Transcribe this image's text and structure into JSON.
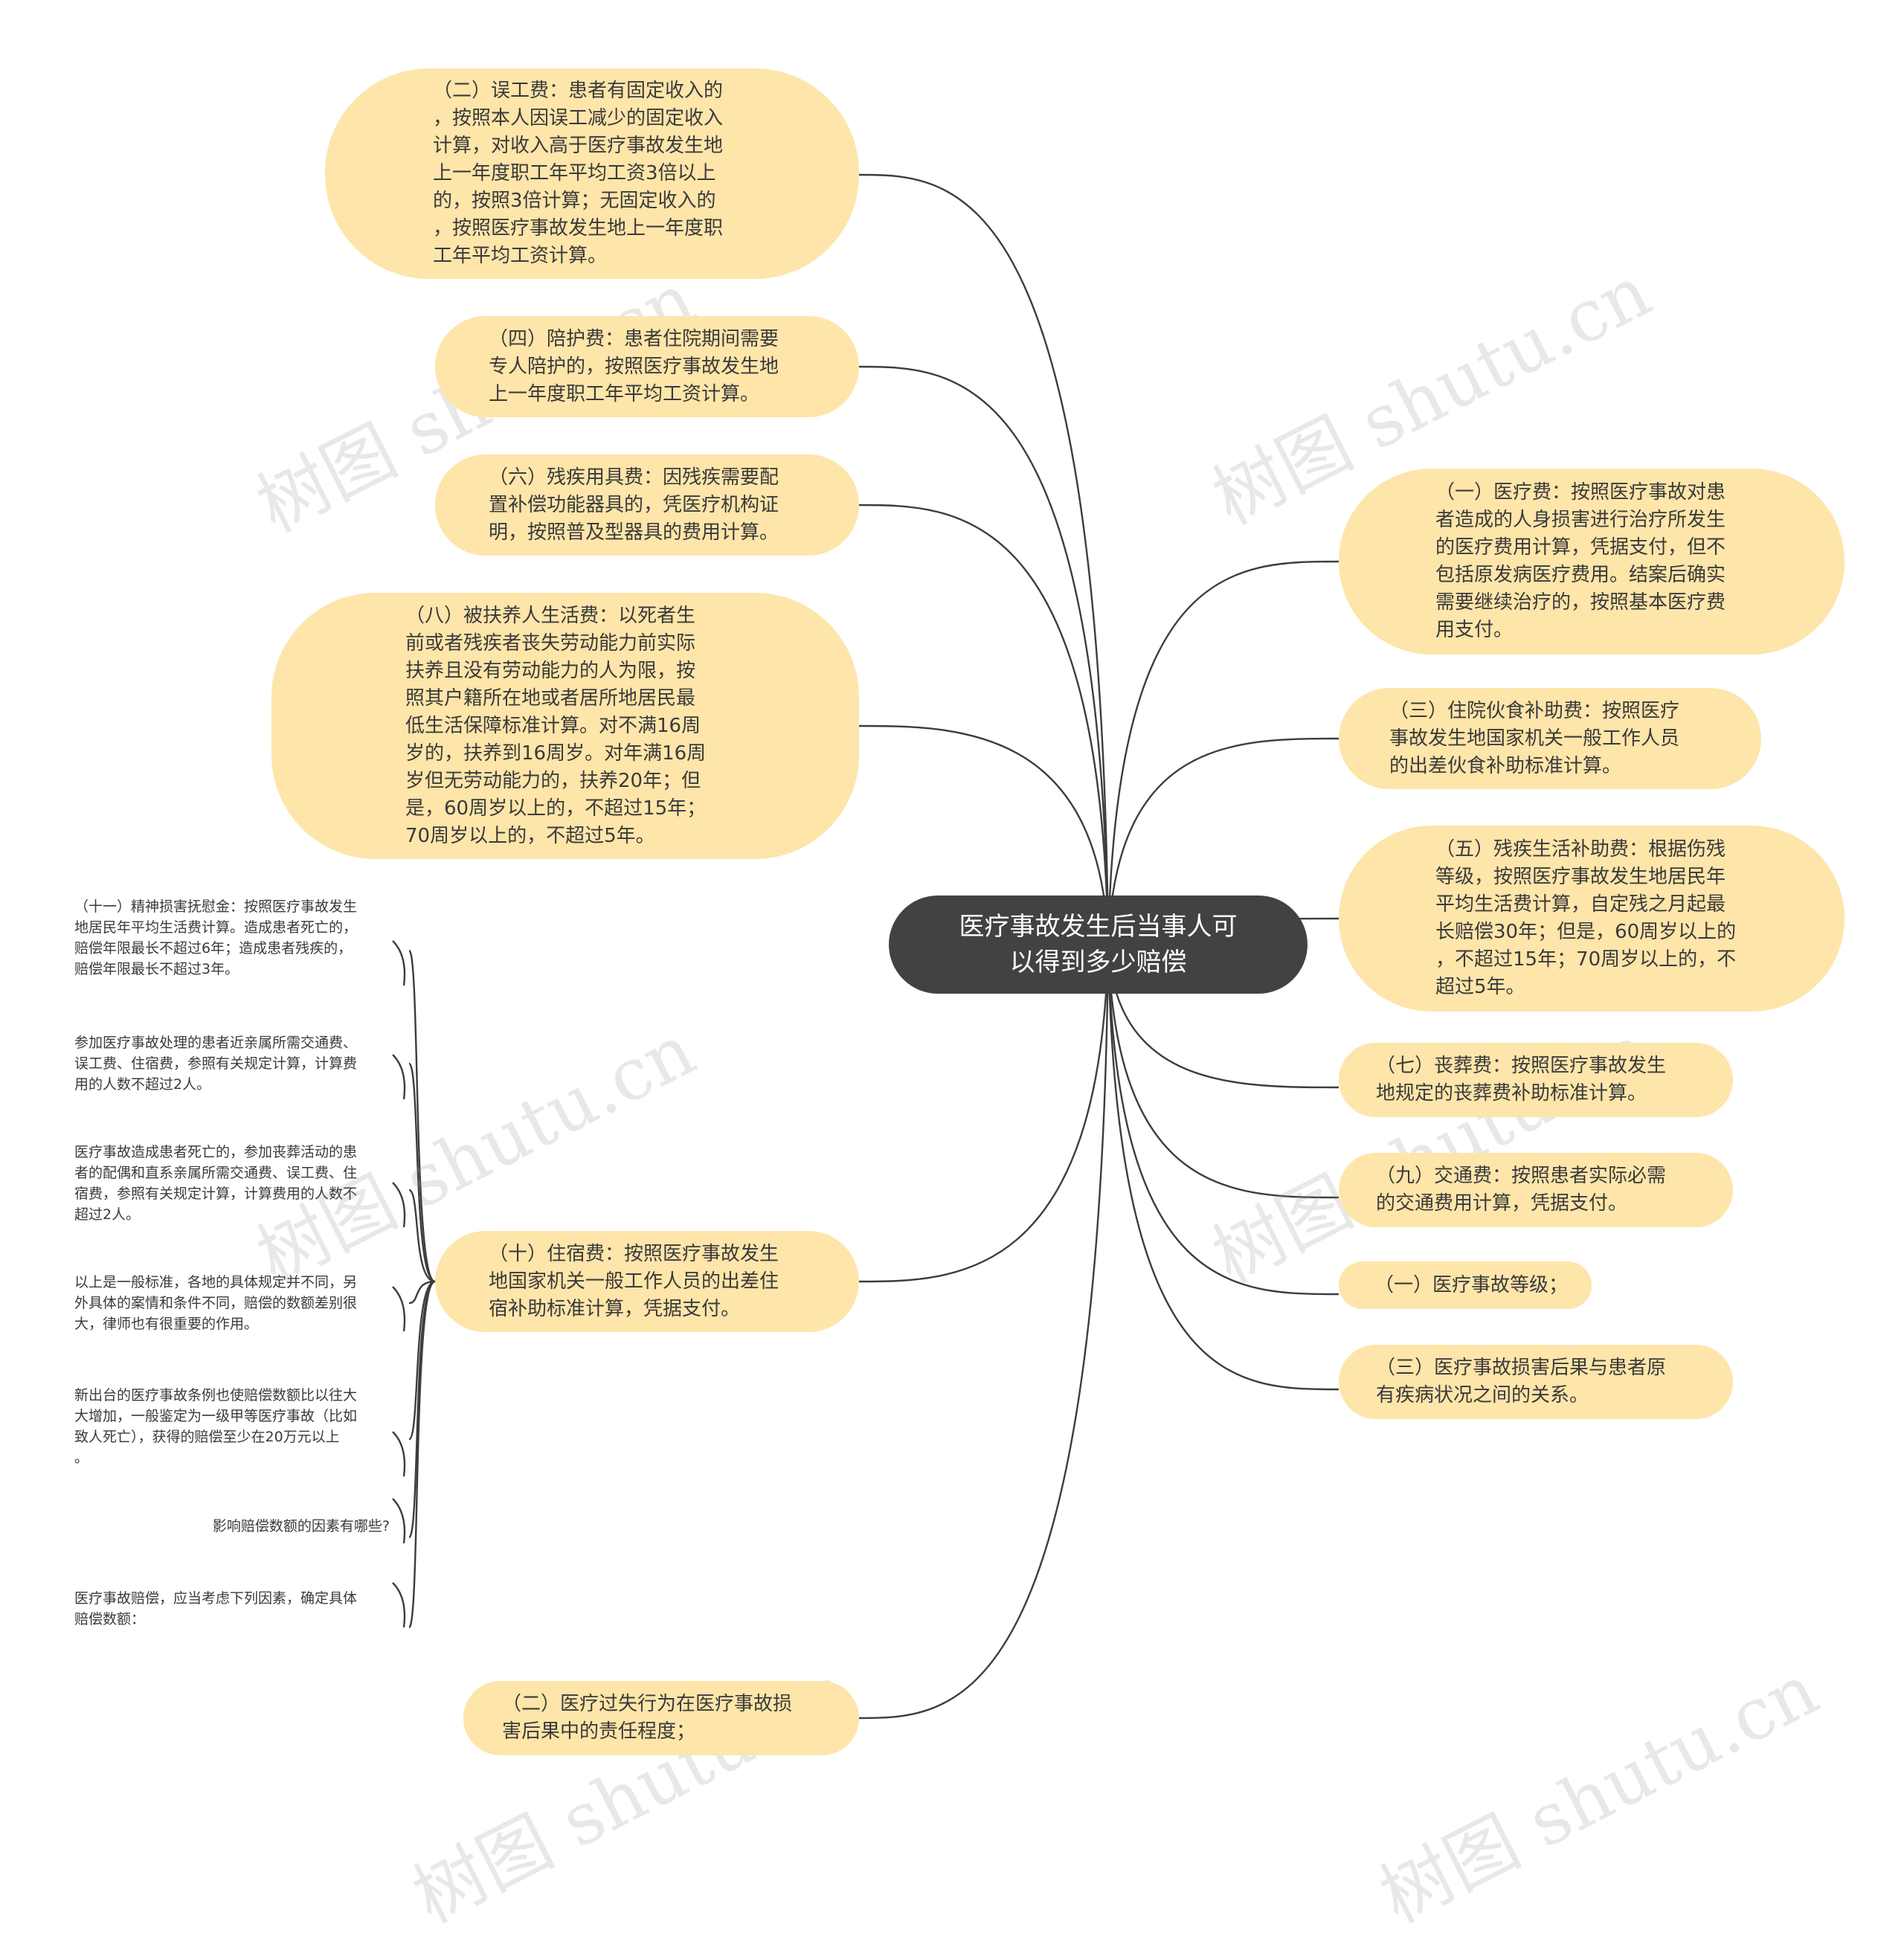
{
  "root": {
    "text": "医疗事故发生后当事人可\n以得到多少赔偿"
  },
  "left_nodes": [
    {
      "text": "（二）误工费：患者有固定收入的\n，按照本人因误工减少的固定收入\n计算，对收入高于医疗事故发生地\n上一年度职工年平均工资3倍以上\n的，按照3倍计算；无固定收入的\n，按照医疗事故发生地上一年度职\n工年平均工资计算。"
    },
    {
      "text": "（四）陪护费：患者住院期间需要\n专人陪护的，按照医疗事故发生地\n上一年度职工年平均工资计算。"
    },
    {
      "text": "（六）残疾用具费：因残疾需要配\n置补偿功能器具的，凭医疗机构证\n明，按照普及型器具的费用计算。"
    },
    {
      "text": "（八）被扶养人生活费：以死者生\n前或者残疾者丧失劳动能力前实际\n扶养且没有劳动能力的人为限，按\n照其户籍所在地或者居所地居民最\n低生活保障标准计算。对不满16周\n岁的，扶养到16周岁。对年满16周\n岁但无劳动能力的，扶养20年；但\n是，60周岁以上的，不超过15年；\n70周岁以上的，不超过5年。"
    },
    {
      "text": "（十）住宿费：按照医疗事故发生\n地国家机关一般工作人员的出差住\n宿补助标准计算，凭据支付。"
    },
    {
      "text": "（二）医疗过失行为在医疗事故损\n害后果中的责任程度；"
    }
  ],
  "right_nodes": [
    {
      "text": "（一）医疗费：按照医疗事故对患\n者造成的人身损害进行治疗所发生\n的医疗费用计算，凭据支付，但不\n包括原发病医疗费用。结案后确实\n需要继续治疗的，按照基本医疗费\n用支付。"
    },
    {
      "text": "（三）住院伙食补助费：按照医疗\n事故发生地国家机关一般工作人员\n的出差伙食补助标准计算。"
    },
    {
      "text": "（五）残疾生活补助费：根据伤残\n等级，按照医疗事故发生地居民年\n平均生活费计算，自定残之月起最\n长赔偿30年；但是，60周岁以上的\n，不超过15年；70周岁以上的，不\n超过5年。"
    },
    {
      "text": "（七）丧葬费：按照医疗事故发生\n地规定的丧葬费补助标准计算。"
    },
    {
      "text": "（九）交通费：按照患者实际必需\n的交通费用计算，凭据支付。"
    },
    {
      "text": "（一）医疗事故等级；"
    },
    {
      "text": "（三）医疗事故损害后果与患者原\n有疾病状况之间的关系。"
    }
  ],
  "leaf_nodes": [
    {
      "text": "（十一）精神损害抚慰金：按照医疗事故发生\n地居民年平均生活费计算。造成患者死亡的，\n赔偿年限最长不超过6年；造成患者残疾的，\n赔偿年限最长不超过3年。"
    },
    {
      "text": "参加医疗事故处理的患者近亲属所需交通费、\n误工费、住宿费，参照有关规定计算，计算费\n用的人数不超过2人。"
    },
    {
      "text": "医疗事故造成患者死亡的，参加丧葬活动的患\n者的配偶和直系亲属所需交通费、误工费、住\n宿费，参照有关规定计算，计算费用的人数不\n超过2人。"
    },
    {
      "text": "以上是一般标准，各地的具体规定并不同，另\n外具体的案情和条件不同，赔偿的数额差别很\n大，律师也有很重要的作用。"
    },
    {
      "text": "新出台的医疗事故条例也使赔偿数额比以往大\n大增加，一般鉴定为一级甲等医疗事故（比如\n致人死亡），获得的赔偿至少在20万元以上\n。"
    },
    {
      "text": "影响赔偿数额的因素有哪些?"
    },
    {
      "text": "医疗事故赔偿，应当考虑下列因素，确定具体\n赔偿数额："
    }
  ],
  "watermarks": [
    "树图 shutu.cn",
    "树图 shutu.cn",
    "树图 shutu.cn",
    "树图 shutu.cn",
    "树图 shutu.cn",
    "树图 shutu.cn"
  ],
  "colors": {
    "node_fill": "#fee5aa",
    "root_fill": "#424242",
    "line": "#3d3d3d"
  }
}
